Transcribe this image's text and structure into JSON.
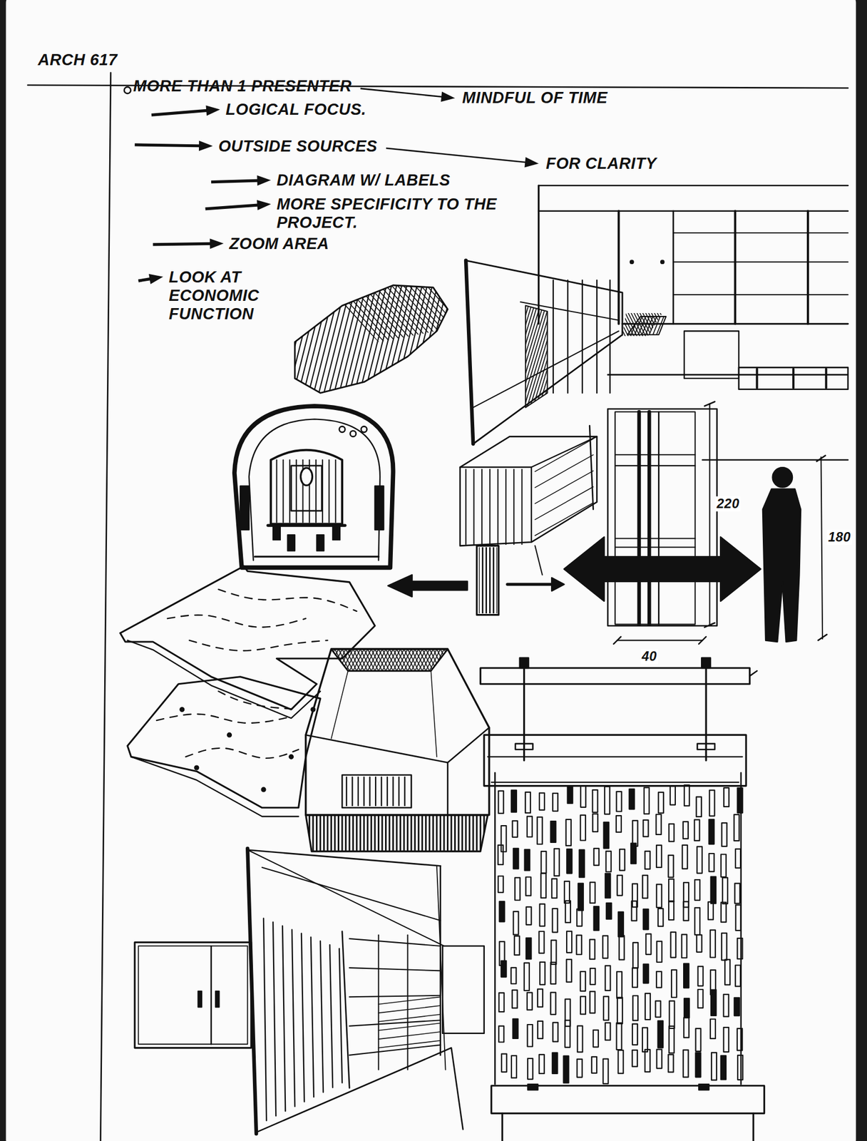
{
  "diagram": {
    "title": "ARCH 617",
    "labels": [
      "MORE THAN 1 PRESENTER",
      "MINDFUL OF TIME",
      "LOGICAL FOCUS.",
      "OUTSIDE SOURCES",
      "FOR CLARITY",
      "DIAGRAM W/ LABELS",
      "MORE SPECIFICITY TO THE PROJECT.",
      "ZOOM AREA",
      "LOOK AT ECONOMIC FUNCTION",
      "220",
      "180",
      "40"
    ]
  }
}
